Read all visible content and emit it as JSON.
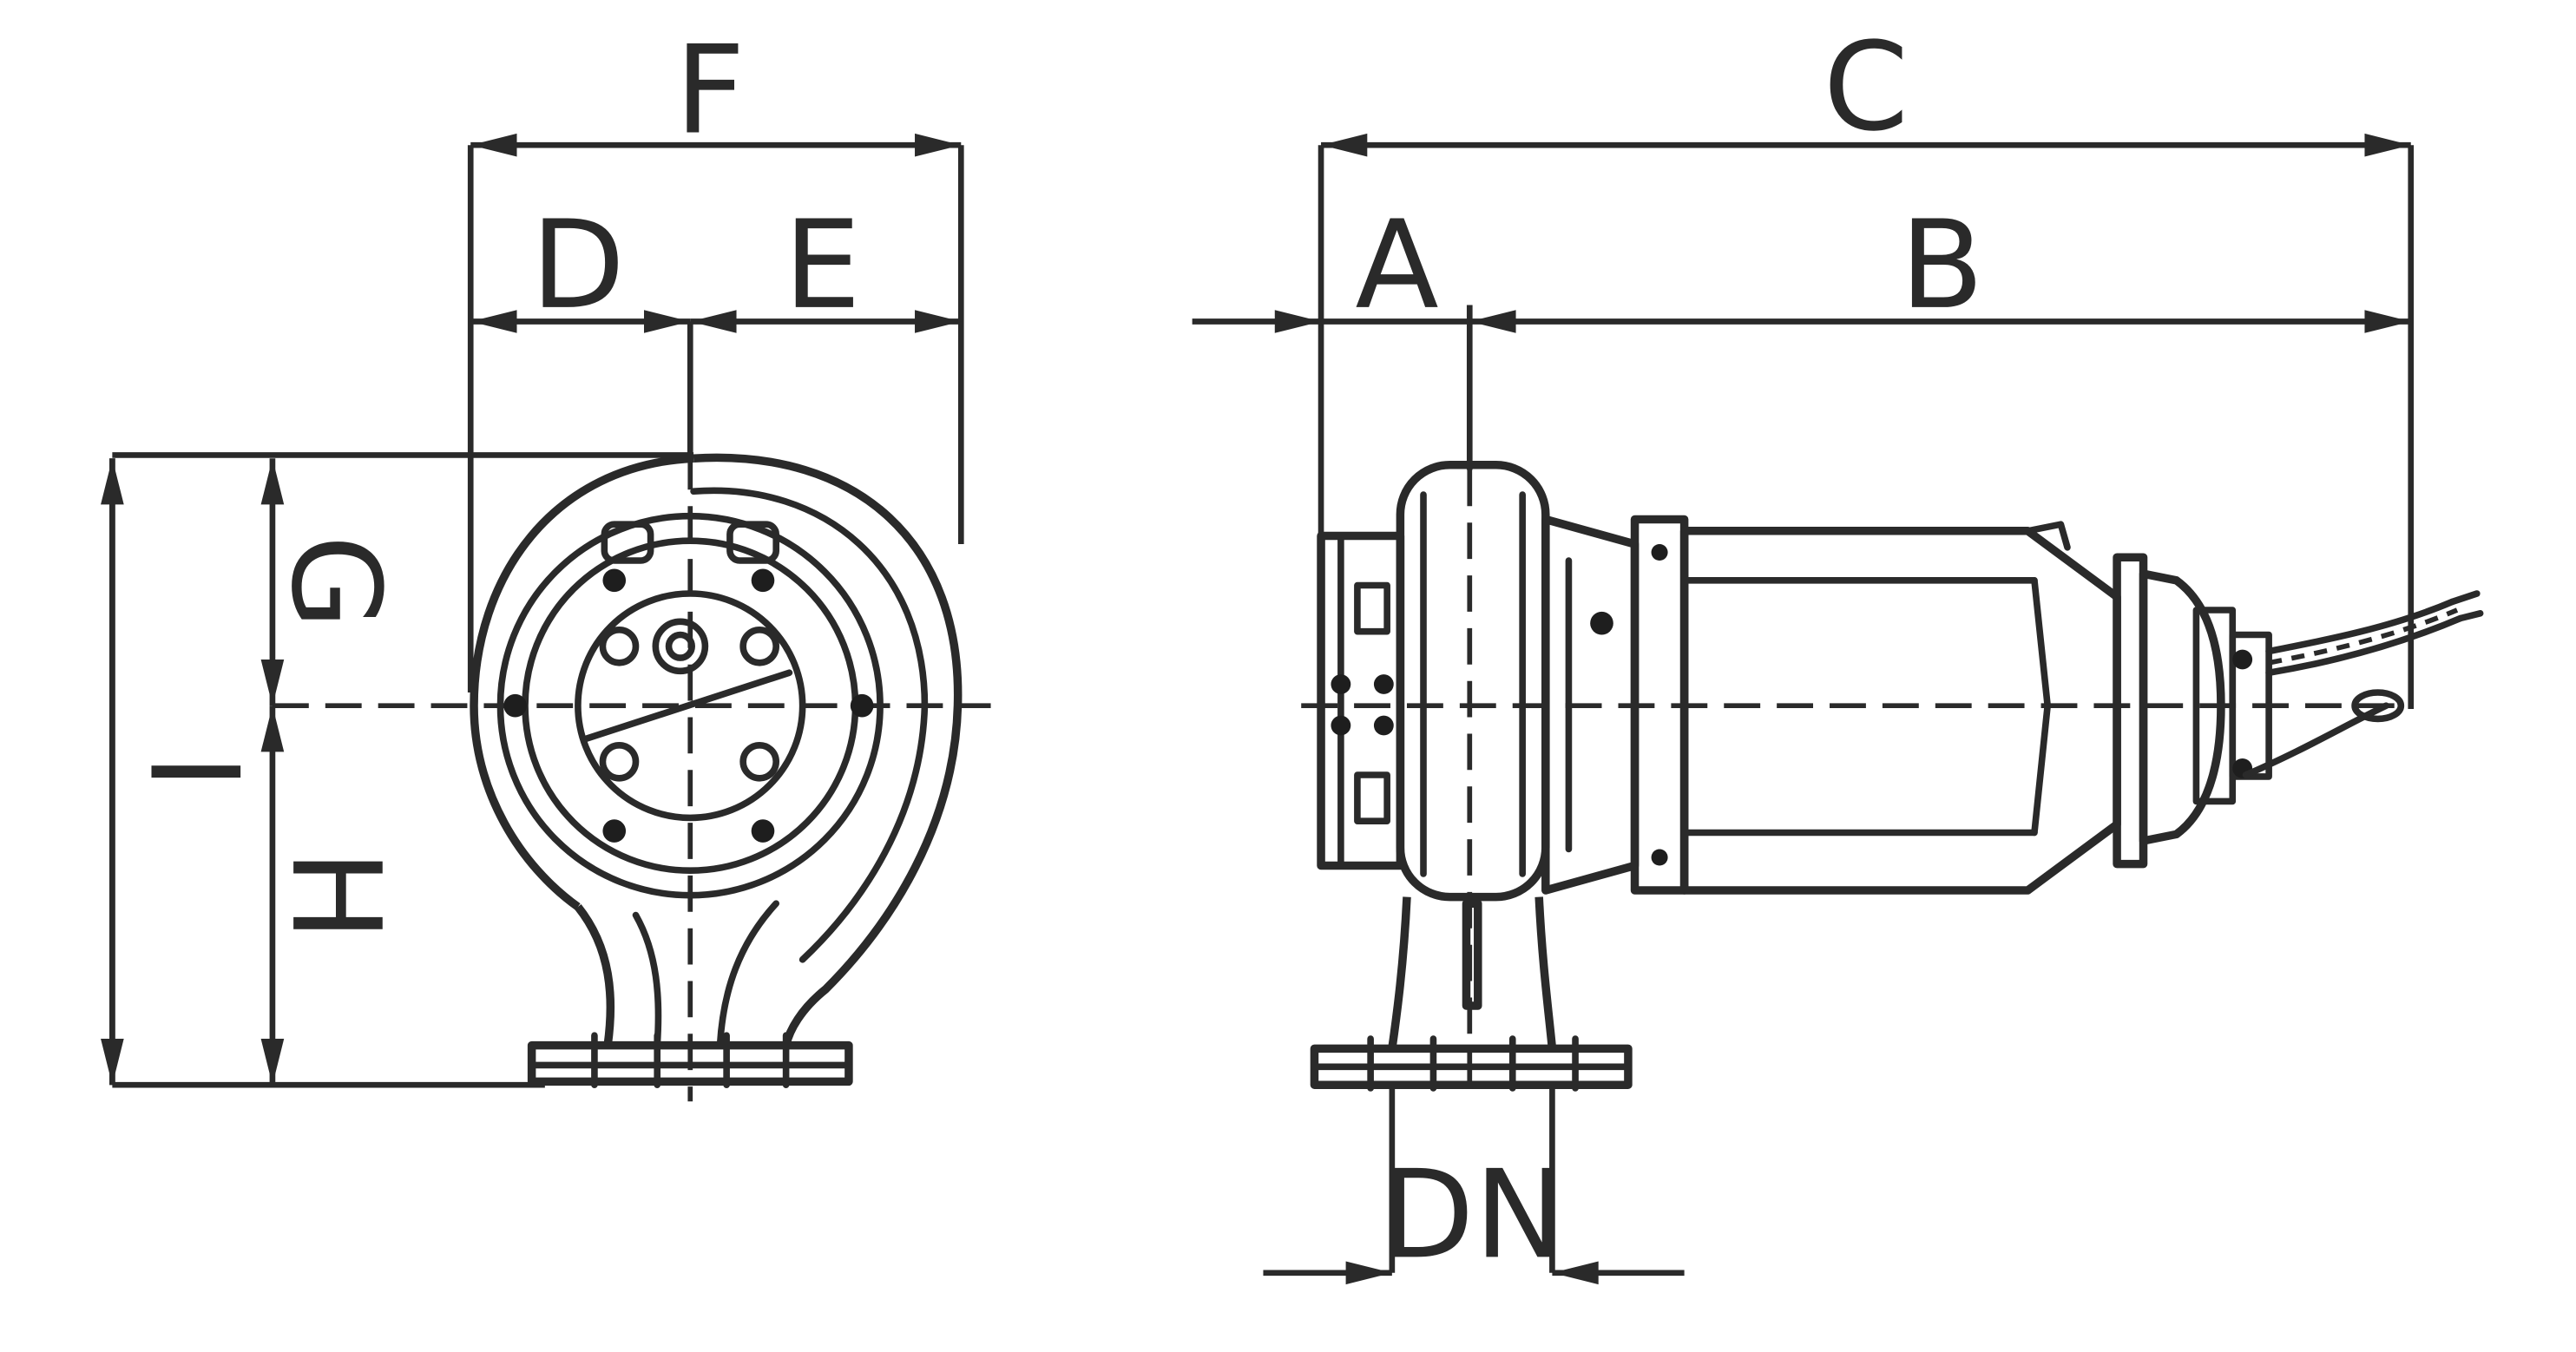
{
  "labels": {
    "A": "A",
    "B": "B",
    "C": "C",
    "D": "D",
    "E": "E",
    "F": "F",
    "G": "G",
    "H": "H",
    "I": "I",
    "DN": "DN"
  },
  "colors": {
    "line": "#2a2a2a",
    "background": "#ffffff"
  }
}
